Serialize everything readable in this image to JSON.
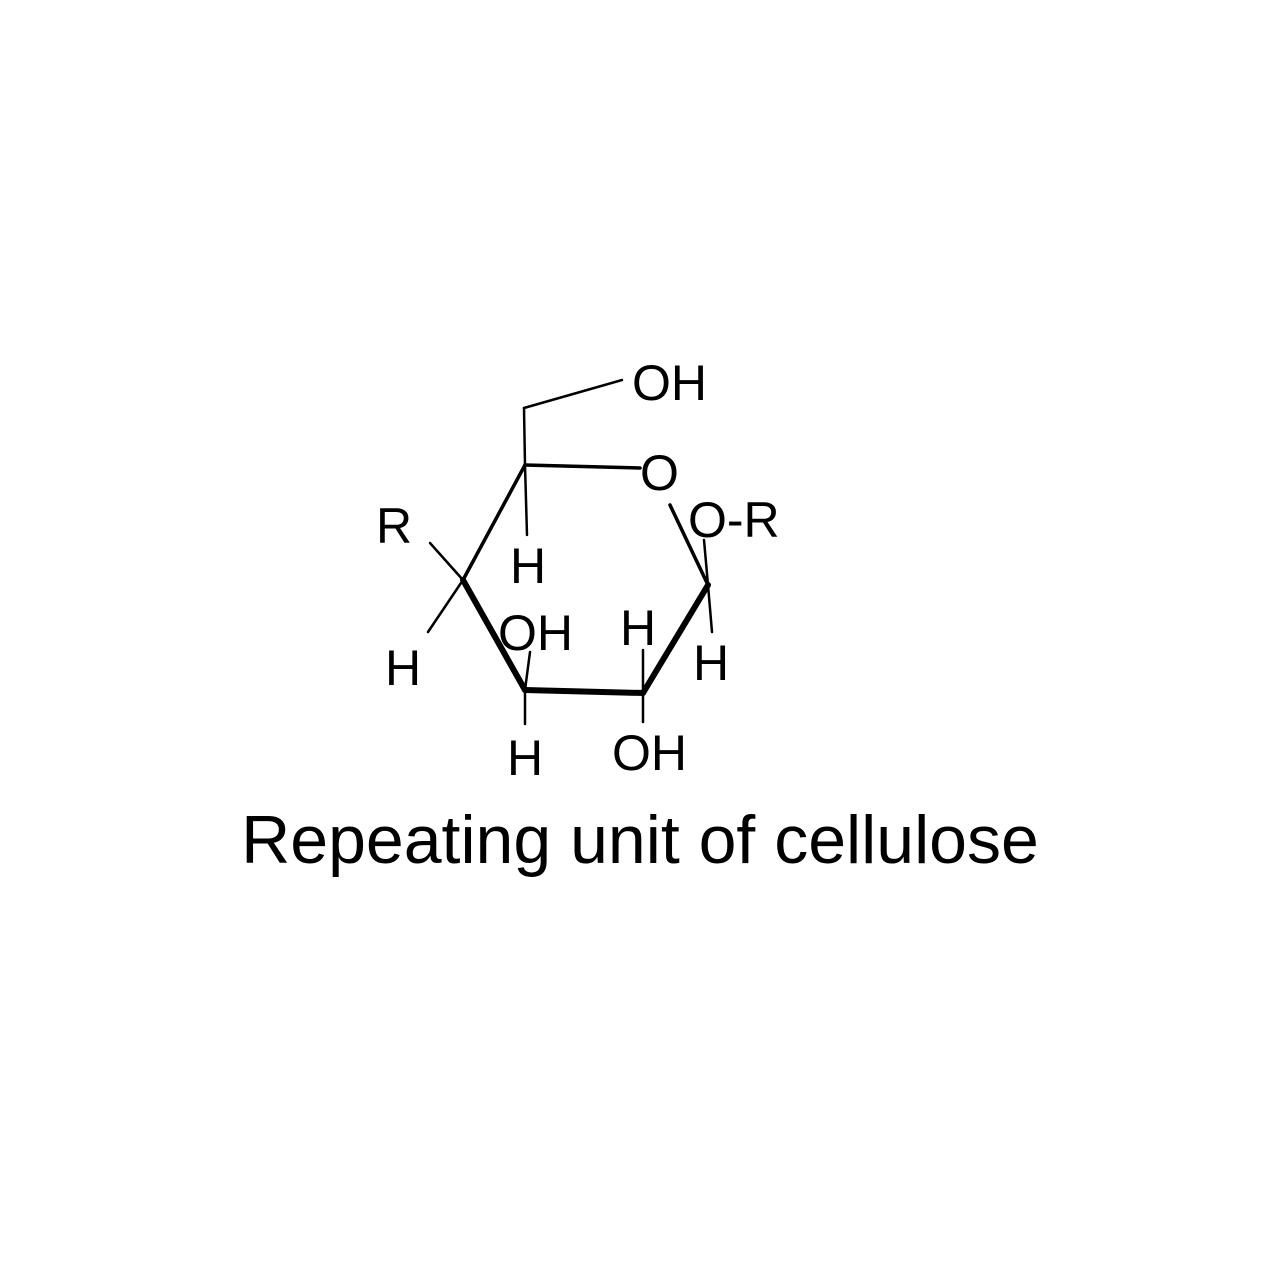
{
  "diagram": {
    "caption": "Repeating unit of cellulose",
    "labels": {
      "c6_oh": "OH",
      "ring_o": "O",
      "c1_or": "O-R",
      "c4_r": "R",
      "c5_h": "H",
      "c4_h": "H",
      "c3_oh": "OH",
      "c2_h_top": "H",
      "c1_h": "H",
      "c3_h": "H",
      "c2_oh": "OH"
    }
  }
}
